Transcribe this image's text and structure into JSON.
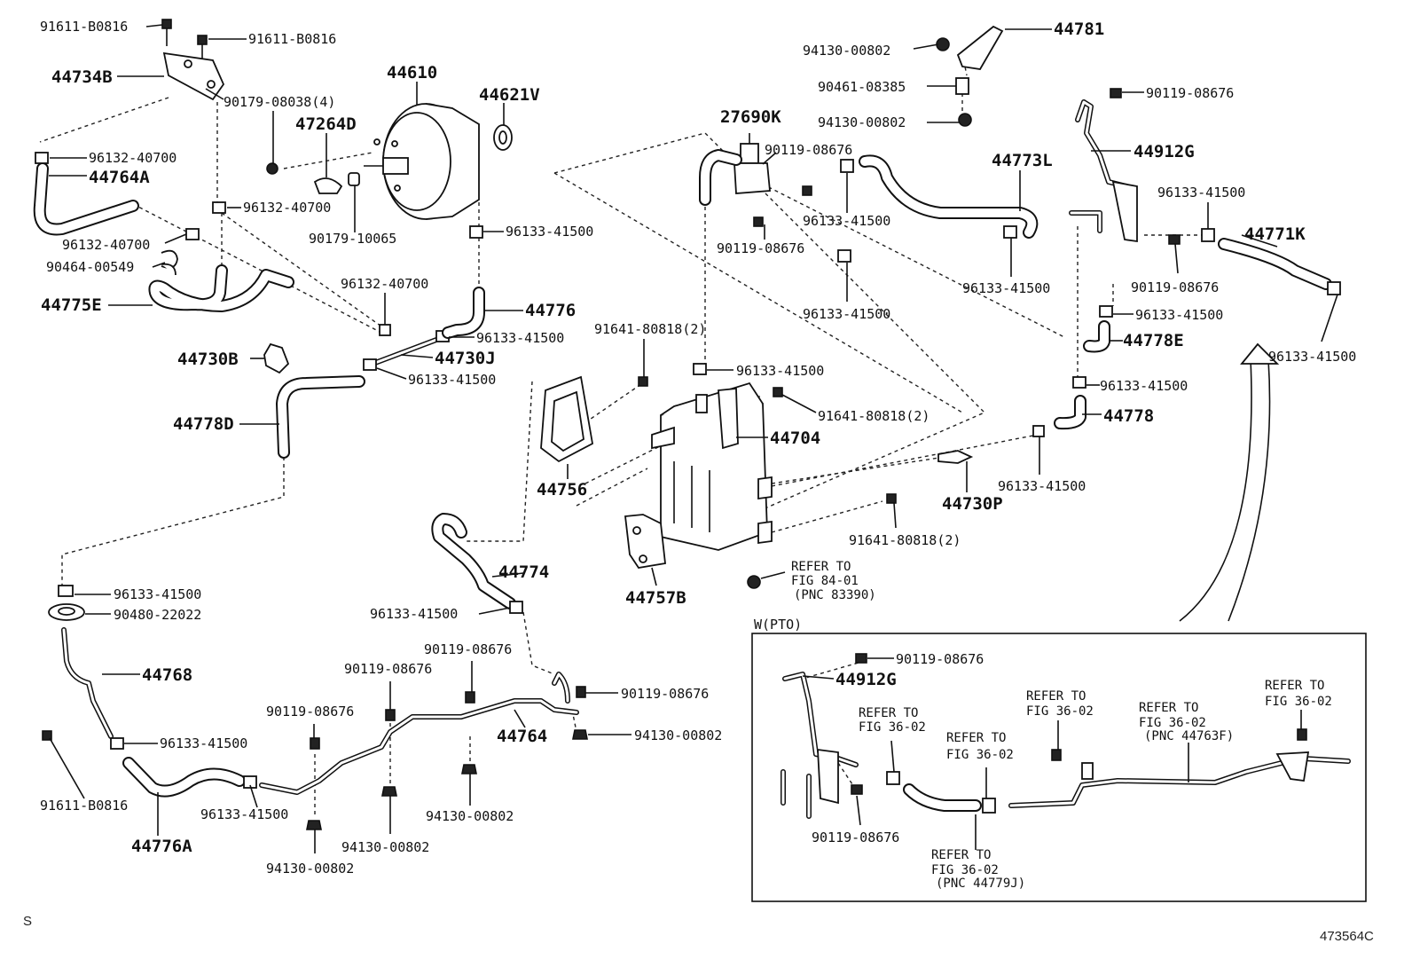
{
  "parts": {
    "p_44734B": "44734B",
    "p_91611_B0816_a": "91611-B0816",
    "p_91611_B0816_b": "91611-B0816",
    "p_44610": "44610",
    "p_44621V": "44621V",
    "p_90179_08038": "90179-08038(4)",
    "p_47264D": "47264D",
    "p_96132_40700_a": "96132-40700",
    "p_44764A": "44764A",
    "p_96132_40700_b": "96132-40700",
    "p_90179_10065": "90179-10065",
    "p_96133_41500_a": "96133-41500",
    "p_96132_40700_c": "96132-40700",
    "p_90464_00549": "90464-00549",
    "p_44775E": "44775E",
    "p_96132_40700_d": "96132-40700",
    "p_44776": "44776",
    "p_96133_41500_b": "96133-41500",
    "p_44730B": "44730B",
    "p_44730J": "44730J",
    "p_96133_41500_c": "96133-41500",
    "p_44778D": "44778D",
    "p_91641_80818_a": "91641-80818(2)",
    "p_96133_41500_d": "96133-41500",
    "p_91641_80818_b": "91641-80818(2)",
    "p_44704": "44704",
    "p_44756": "44756",
    "p_44774": "44774",
    "p_44757B": "44757B",
    "p_96133_41500_e": "96133-41500",
    "p_90480_22022": "90480-22022",
    "p_96133_41500_f": "96133-41500",
    "p_44768": "44768",
    "p_96133_41500_g": "96133-41500",
    "p_91611_B0816_c": "91611-B0816",
    "p_44776A": "44776A",
    "p_90119_08676_a": "90119-08676",
    "p_90119_08676_b": "90119-08676",
    "p_90119_08676_c": "90119-08676",
    "p_90119_08676_d": "90119-08676",
    "p_44764": "44764",
    "p_94130_00802_a": "94130-00802",
    "p_96133_41500_h": "96133-41500",
    "p_94130_00802_b": "94130-00802",
    "p_94130_00802_c": "94130-00802",
    "p_94130_00802_d": "94130-00802",
    "p_27690K": "27690K",
    "p_90119_08676_e": "90119-08676",
    "p_96133_41500_i": "96133-41500",
    "p_90119_08676_f": "90119-08676",
    "p_96133_41500_j": "96133-41500",
    "p_94130_00802_e": "94130-00802",
    "p_44781": "44781",
    "p_90461_08385": "90461-08385",
    "p_94130_00802_f": "94130-00802",
    "p_44773L": "44773L",
    "p_96133_41500_k": "96133-41500",
    "p_90119_08676_g": "90119-08676",
    "p_44912G": "44912G",
    "p_96133_41500_l": "96133-41500",
    "p_44771K": "44771K",
    "p_90119_08676_h": "90119-08676",
    "p_96133_41500_m": "96133-41500",
    "p_44778E": "44778E",
    "p_96133_41500_n": "96133-41500",
    "p_96133_41500_o": "96133-41500",
    "p_44778": "44778",
    "p_96133_41500_p": "96133-41500",
    "p_44730P": "44730P",
    "p_91641_80818_c": "91641-80818(2)"
  },
  "refer_fig_84": {
    "l1": "REFER TO",
    "l2": "FIG 84-01",
    "l3": "(PNC 83390)"
  },
  "inset": {
    "title": "W(PTO)",
    "p_90119_08676_i": "90119-08676",
    "p_44912G_b": "44912G",
    "p_90119_08676_j": "90119-08676",
    "ref_a": {
      "l1": "REFER TO",
      "l2": "FIG 36-02"
    },
    "ref_b": {
      "l1": "REFER TO",
      "l2": "FIG 36-02"
    },
    "ref_c": {
      "l1": "REFER TO",
      "l2": "FIG 36-02"
    },
    "ref_d": {
      "l1": "REFER TO",
      "l2": "FIG 36-02",
      "l3": "(PNC 44763F)"
    },
    "ref_e": {
      "l1": "REFER TO",
      "l2": "FIG 36-02"
    },
    "ref_f": {
      "l1": "REFER TO",
      "l2": "FIG 36-02",
      "l3": "(PNC 44779J)"
    }
  },
  "corner": {
    "left_mark": "S",
    "figure_id": "473564C"
  }
}
